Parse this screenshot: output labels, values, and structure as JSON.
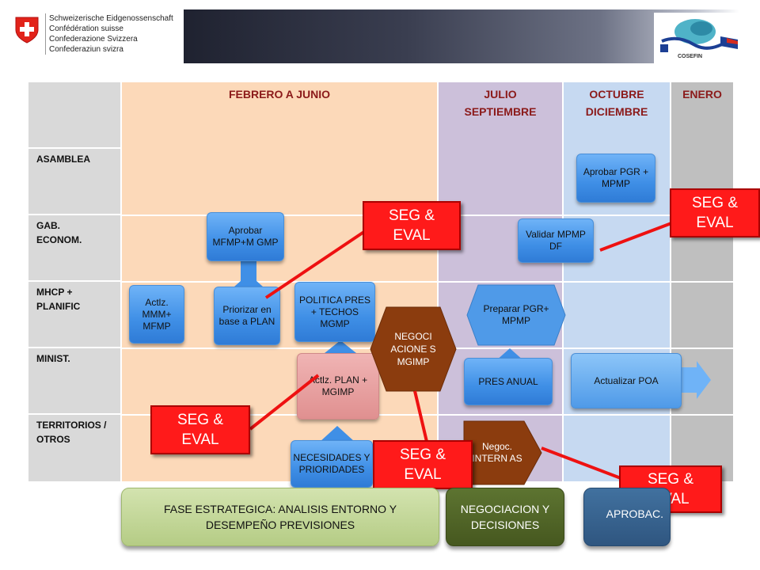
{
  "header": {
    "swiss_lines": [
      "Schweizerische Eidgenossenschaft",
      "Confédération suisse",
      "Confederazione Svizzera",
      "Confederaziun svizra"
    ],
    "logo_text": "COSEFIN"
  },
  "columns": [
    {
      "label": "FEBRERO A JUNIO"
    },
    {
      "label": "JULIO SEPTIEMBRE"
    },
    {
      "label": "OCTUBRE DICIEMBRE"
    },
    {
      "label": "ENERO"
    }
  ],
  "rows": [
    {
      "label": "ASAMBLEA"
    },
    {
      "label": "GAB. ECONOM."
    },
    {
      "label": "MHCP + PLANIFIC"
    },
    {
      "label": "MINIST."
    },
    {
      "label": "TERRITORIOS / OTROS"
    }
  ],
  "boxes": {
    "aprobar_mfmp": "Aprobar MFMP+M GMP",
    "actlz_mmm": "Actlz. MMM+ MFMP",
    "priorizar": "Priorizar en base a PLAN",
    "politica": "POLITICA PRES + TECHOS MGMP",
    "actlz_plan": "Actlz. PLAN + MGIMP",
    "necesidades": "NECESIDADES Y PRIORIDADES",
    "negociaciones": "NEGOCI ACIONE S MGIMP",
    "preparar": "Preparar PGR+ MPMP",
    "pres_anual": "PRES ANUAL",
    "negoc_internas": "Negoc. INTERN AS",
    "aprobar_pgr": "Aprobar PGR + MPMP",
    "validar": "Validar MPMP DF",
    "actualizar_poa": "Actualizar POA"
  },
  "seg_eval": "SEG & EVAL",
  "phases": {
    "estrategica": "FASE ESTRATEGICA: ANALISIS ENTORNO Y DESEMPEÑO PREVISIONES",
    "negociacion": "NEGOCIACION Y DECISIONES",
    "aprobac": "APROBAC."
  },
  "colors": {
    "col1": "#fcd9b9",
    "col2": "#ccc0da",
    "col3": "#c6d9f1",
    "col4": "#bfbfbf",
    "rowlabel": "#d9d9d9",
    "box_blue": "#3f8fe6",
    "hex_brown": "#8b3c0e",
    "seg_red": "#ff1a1a",
    "phase_green_light": "#c3d69b",
    "phase_green_dark": "#4f6228",
    "phase_blue": "#366092",
    "actlz_plan_pink": "#e6a0a0"
  }
}
